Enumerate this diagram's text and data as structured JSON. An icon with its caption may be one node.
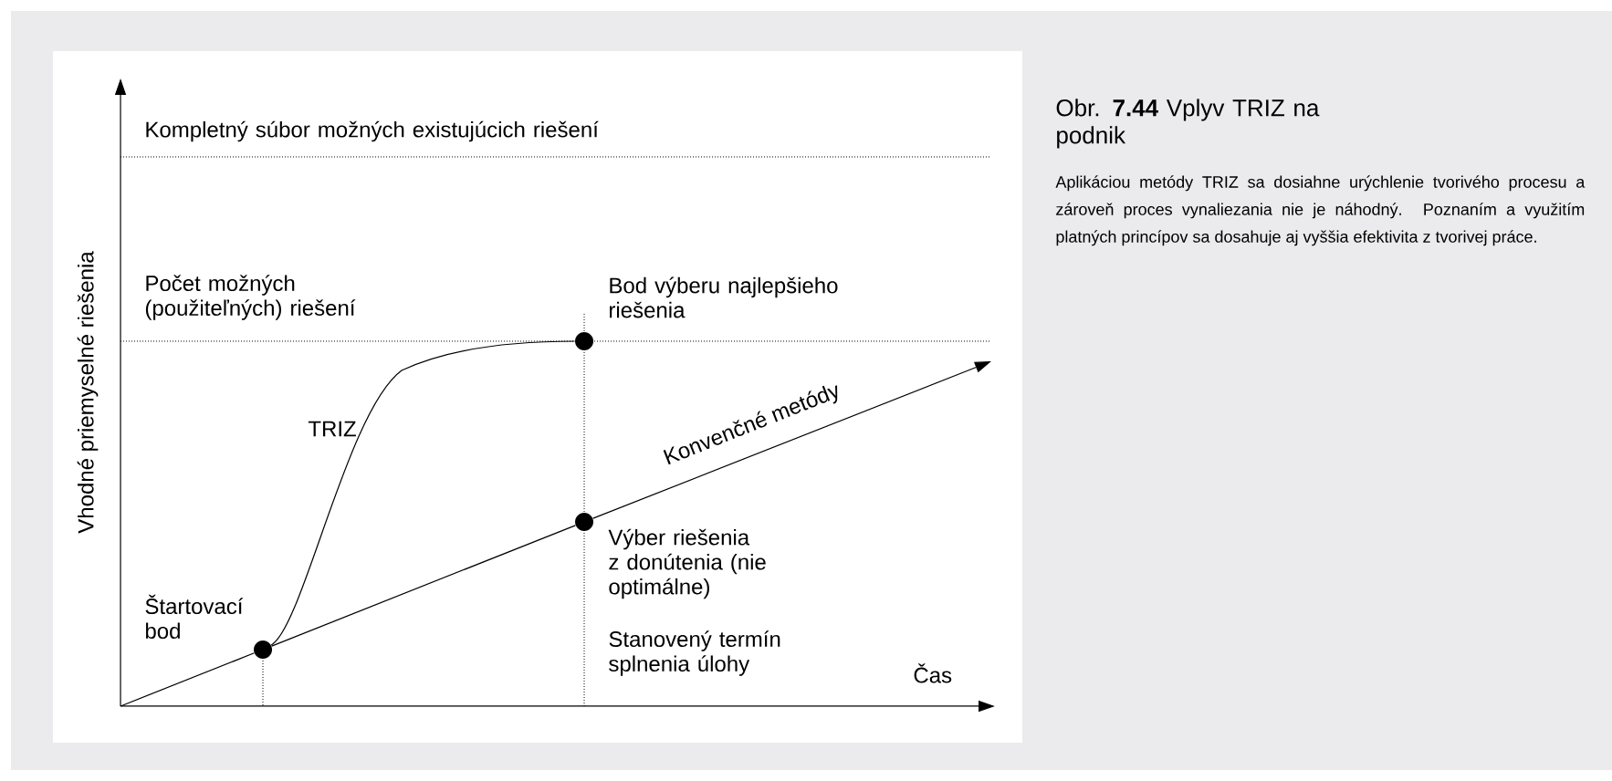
{
  "diagram": {
    "title": "Obr. **7.44** Vplyv TRIZ na podnik",
    "caption": "Aplikáciou metódy TRIZ sa dosiahne urýchlenie tvorivého procesu a zároveň proces vynaliezania nie je náhodný. Poznaním a využitím platných princípov sa dosahuje aj vyššia efektivita z tvorivej práce.",
    "nodes": [
      {
        "text": [],
        "shape": "circle",
        "beside": [
          "Štartovací bod"
        ]
      },
      {
        "text": [],
        "shape": "circle",
        "beside": [
          "Bod výberu najlepšieho riešenia"
        ]
      },
      {
        "text": [],
        "shape": "circle",
        "beside": [
          "Výber riešenia z donútenia (nie optimálne)"
        ]
      }
    ],
    "edges": [
      {
        "from": 0,
        "to": 1,
        "arrow": "none",
        "label": "TRIZ"
      },
      {
        "from": 0,
        "to": 2,
        "arrow": "none"
      },
      {
        "from": null,
        "to": 0,
        "arrow": "none"
      },
      {
        "from": 2,
        "to": null,
        "arrow": "to"
      }
    ],
    "labels": [
      "Kompletný súbor možných existujúcich riešení",
      "Vhodné priemyselné riešenia",
      "Počet možných (použiteľných) riešení",
      "Konvenčné metódy",
      "Stanovený termín splnenia úlohy",
      "Čas"
    ]
  }
}
